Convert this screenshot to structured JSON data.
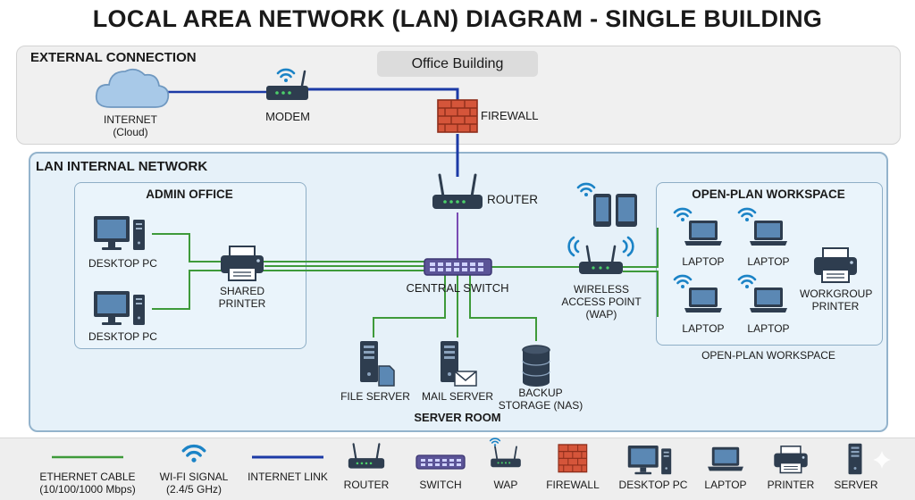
{
  "title": "LOCAL AREA NETWORK (LAN) DIAGRAM - SINGLE BUILDING",
  "external": {
    "heading": "EXTERNAL CONNECTION",
    "building": "Office Building",
    "internet": [
      "INTERNET",
      "(Cloud)"
    ],
    "modem": "MODEM",
    "firewall": "FIREWALL"
  },
  "lan": {
    "heading": "LAN INTERNAL NETWORK",
    "router": "ROUTER",
    "switch": "CENTRAL SWITCH",
    "wap": [
      "WIRELESS",
      "ACCESS POINT",
      "(WAP)"
    ],
    "admin": {
      "heading": "ADMIN OFFICE",
      "pc1": "DESKTOP PC",
      "pc2": "DESKTOP PC",
      "printer": [
        "SHARED",
        "PRINTER"
      ]
    },
    "open": {
      "heading": "OPEN-PLAN WORKSPACE",
      "footer": "OPEN-PLAN WORKSPACE",
      "laptops": [
        "LAPTOP",
        "LAPTOP",
        "LAPTOP",
        "LAPTOP"
      ],
      "printer": [
        "WORKGROUP",
        "PRINTER"
      ]
    },
    "servers": {
      "heading": "SERVER ROOM",
      "file": "FILE SERVER",
      "mail": "MAIL SERVER",
      "backup": [
        "BACKUP",
        "STORAGE (NAS)"
      ]
    }
  },
  "legend": {
    "ethernet": [
      "ETHERNET CABLE",
      "(10/100/1000 Mbps)"
    ],
    "wifi": [
      "WI-FI SIGNAL",
      "(2.4/5 GHz)"
    ],
    "internet": "INTERNET LINK",
    "router": "ROUTER",
    "switch": "SWITCH",
    "wap": "WAP",
    "firewall": "FIREWALL",
    "desktop": "DESKTOP PC",
    "laptop": "LAPTOP",
    "printer": "PRINTER",
    "server": "SERVER"
  },
  "colors": {
    "ethernet": "#3e9a3a",
    "internet": "#1c3aa6",
    "router_link": "#7a4bb3",
    "device": "#2e3d4f",
    "wifi": "#1b83c6",
    "firewall": "#d5553a",
    "switch": "#5b5497"
  }
}
